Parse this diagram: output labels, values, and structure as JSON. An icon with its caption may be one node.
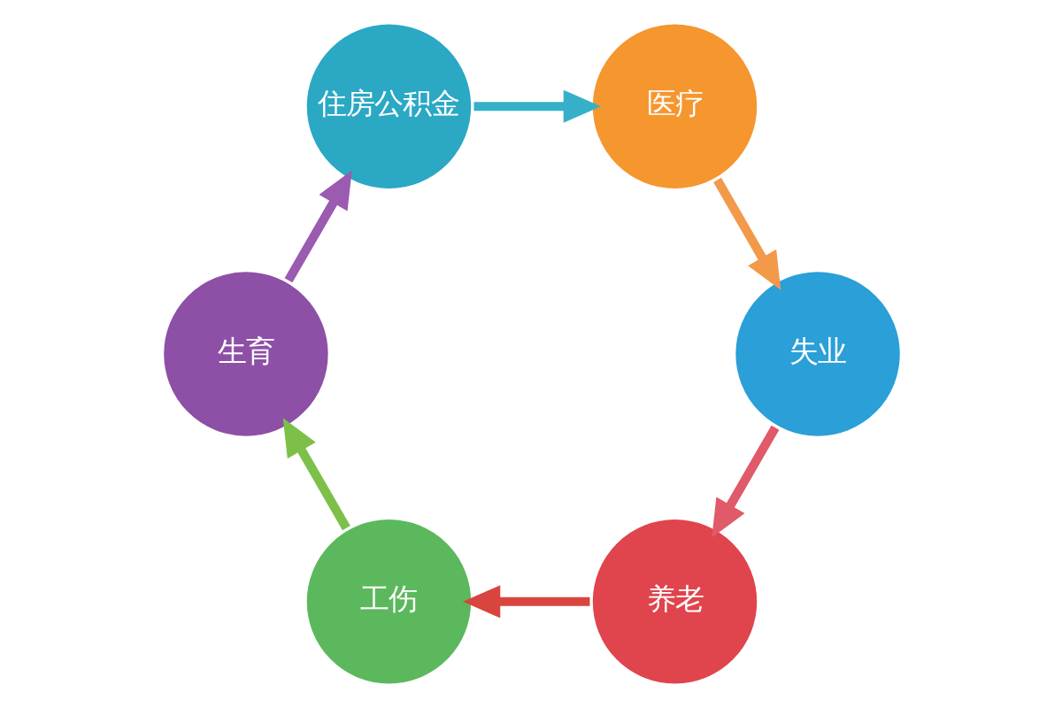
{
  "diagram": {
    "nodes": [
      {
        "text": [
          "养老"
        ]
      },
      {
        "text": [
          "工伤"
        ]
      },
      {
        "text": [
          "生育"
        ]
      },
      {
        "text": [
          "住房公积金"
        ]
      },
      {
        "text": [
          "医疗"
        ]
      },
      {
        "text": [
          "失业"
        ]
      }
    ],
    "edges": [
      {
        "from": 5,
        "to": 0,
        "arrow": "to",
        "color": "#e05a6a"
      },
      {
        "from": 0,
        "to": 1,
        "arrow": "to",
        "color": "#d9443f"
      },
      {
        "from": 1,
        "to": 2,
        "arrow": "to",
        "color": "#7cc04a"
      },
      {
        "from": 2,
        "to": 3,
        "arrow": "to",
        "color": "#9a5bb0"
      },
      {
        "from": 3,
        "to": 4,
        "arrow": "to",
        "color": "#35b0c8"
      },
      {
        "from": 4,
        "to": 5,
        "arrow": "to",
        "color": "#f2994a"
      }
    ]
  }
}
